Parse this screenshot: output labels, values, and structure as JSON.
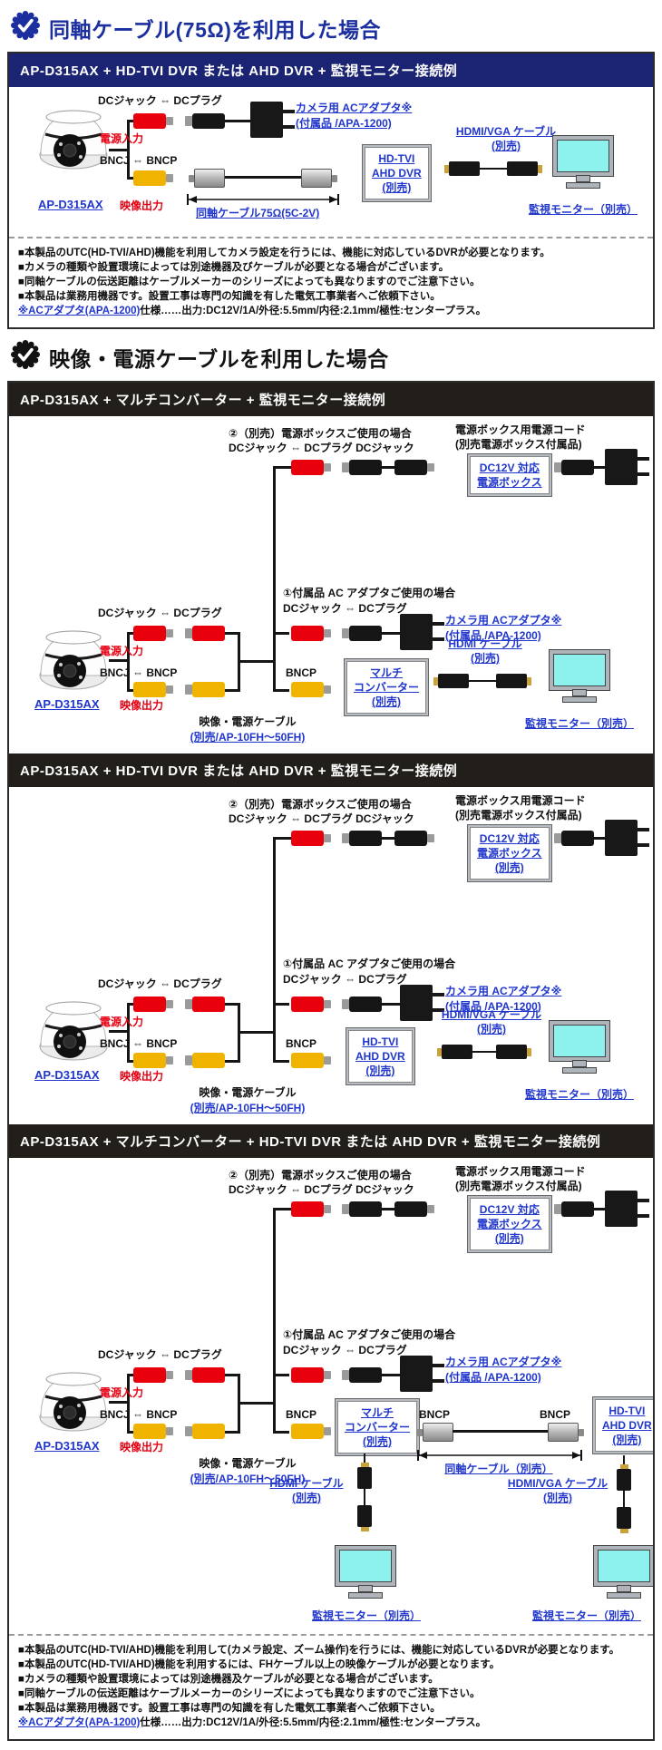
{
  "colors": {
    "accent_blue": "#1c2f9e",
    "header_navy": "#1b2472",
    "header_black": "#221e1a",
    "link_blue": "#2036cc",
    "alert_red": "#e60012",
    "connector_red": "#e8000d",
    "connector_yellow": "#f0b400",
    "screen_cyan": "#8df2ee"
  },
  "headings": {
    "h1": "同軸ケーブル(75Ω)を利用した場合",
    "h2": "映像・電源ケーブルを利用した場合"
  },
  "panels": {
    "p1": "AP-D315AX + HD-TVI DVR または AHD DVR + 監視モニター接続例",
    "p2": "AP-D315AX + マルチコンバーター + 監視モニター接続例",
    "p3": "AP-D315AX + HD-TVI DVR または AHD DVR + 監視モニター接続例",
    "p4": "AP-D315AX + マルチコンバーター + HD-TVI DVR または AHD DVR + 監視モニター接続例"
  },
  "labels": {
    "model": "AP-D315AX",
    "dc_pair": "DCジャック ⇔ DCプラグ",
    "power_in": "電源入力",
    "bnc_pair": "BNCJ ⇔ BNCP",
    "video_out": "映像出力",
    "bncp": "BNCP",
    "coax75": "同軸ケーブル75Ω(5C-2V)",
    "ac_1": "カメラ用 ACアダプタ※",
    "ac_2": "(付属品 /APA-1200)",
    "dvr_1": "HD-TVI",
    "dvr_2": "AHD DVR",
    "besu": "(別売)",
    "hdmivga": "HDMI/VGA ケーブル",
    "hdmi": "HDMI ケーブル",
    "monitor": "監視モニター（別売）",
    "case2_1": "②（別売）電源ボックスご使用の場合",
    "case2_2": "DCジャック ⇔ DCプラグ  DCジャック",
    "cord_1": "電源ボックス用電源コード",
    "cord_2": "(別売電源ボックス付属品)",
    "box12_1": "DC12V 対応",
    "box12_2": "電源ボックス",
    "case1_1": "①付属品 AC アダプタご使用の場合",
    "case1_2": "DCジャック ⇔ DCプラグ",
    "multi_1": "マルチ",
    "multi_2": "コンバーター",
    "avcable_1": "映像・電源ケーブル",
    "avcable_2": "(別売/AP-10FH～50FH)",
    "coax_besu": "同軸ケーブル（別売）"
  },
  "notes1": {
    "0": "■本製品のUTC(HD-TVI/AHD)機能を利用してカメラ設定を行うには、機能に対応しているDVRが必要となります。",
    "1": "■カメラの種類や設置環境によっては別途機器及びケーブルが必要となる場合がございます。",
    "2": "■同軸ケーブルの伝送距離はケーブルメーカーのシリーズによっても異なりますのでご注意下さい。",
    "3": "■本製品は業務用機器です。設置工事は専門の知識を有した電気工事業者へご依頼下さい。",
    "link": "※ACアダプタ(APA-1200)",
    "rest": "仕様……出力:DC12V/1A/外径:5.5mm/内径:2.1mm/極性:センタープラス。"
  },
  "notes2": {
    "0": "■本製品のUTC(HD-TVI/AHD)機能を利用して(カメラ設定、ズーム操作)を行うには、機能に対応しているDVRが必要となります。",
    "1": "■本製品のUTC(HD-TVI/AHD)機能を利用するには、FHケーブル以上の映像ケーブルが必要となります。",
    "2": "■カメラの種類や設置環境によっては別途機器及ケーブルが必要となる場合がございます。",
    "3": "■同軸ケーブルの伝送距離はケーブルメーカーのシリーズによっても異なりますのでご注意下さい。",
    "4": "■本製品は業務用機器です。設置工事は専門の知識を有した電気工事業者へご依頼下さい。",
    "link": "※ACアダプタ(APA-1200)",
    "rest": "仕様……出力:DC12V/1A/外径:5.5mm/内径:2.1mm/極性:センタープラス。"
  }
}
